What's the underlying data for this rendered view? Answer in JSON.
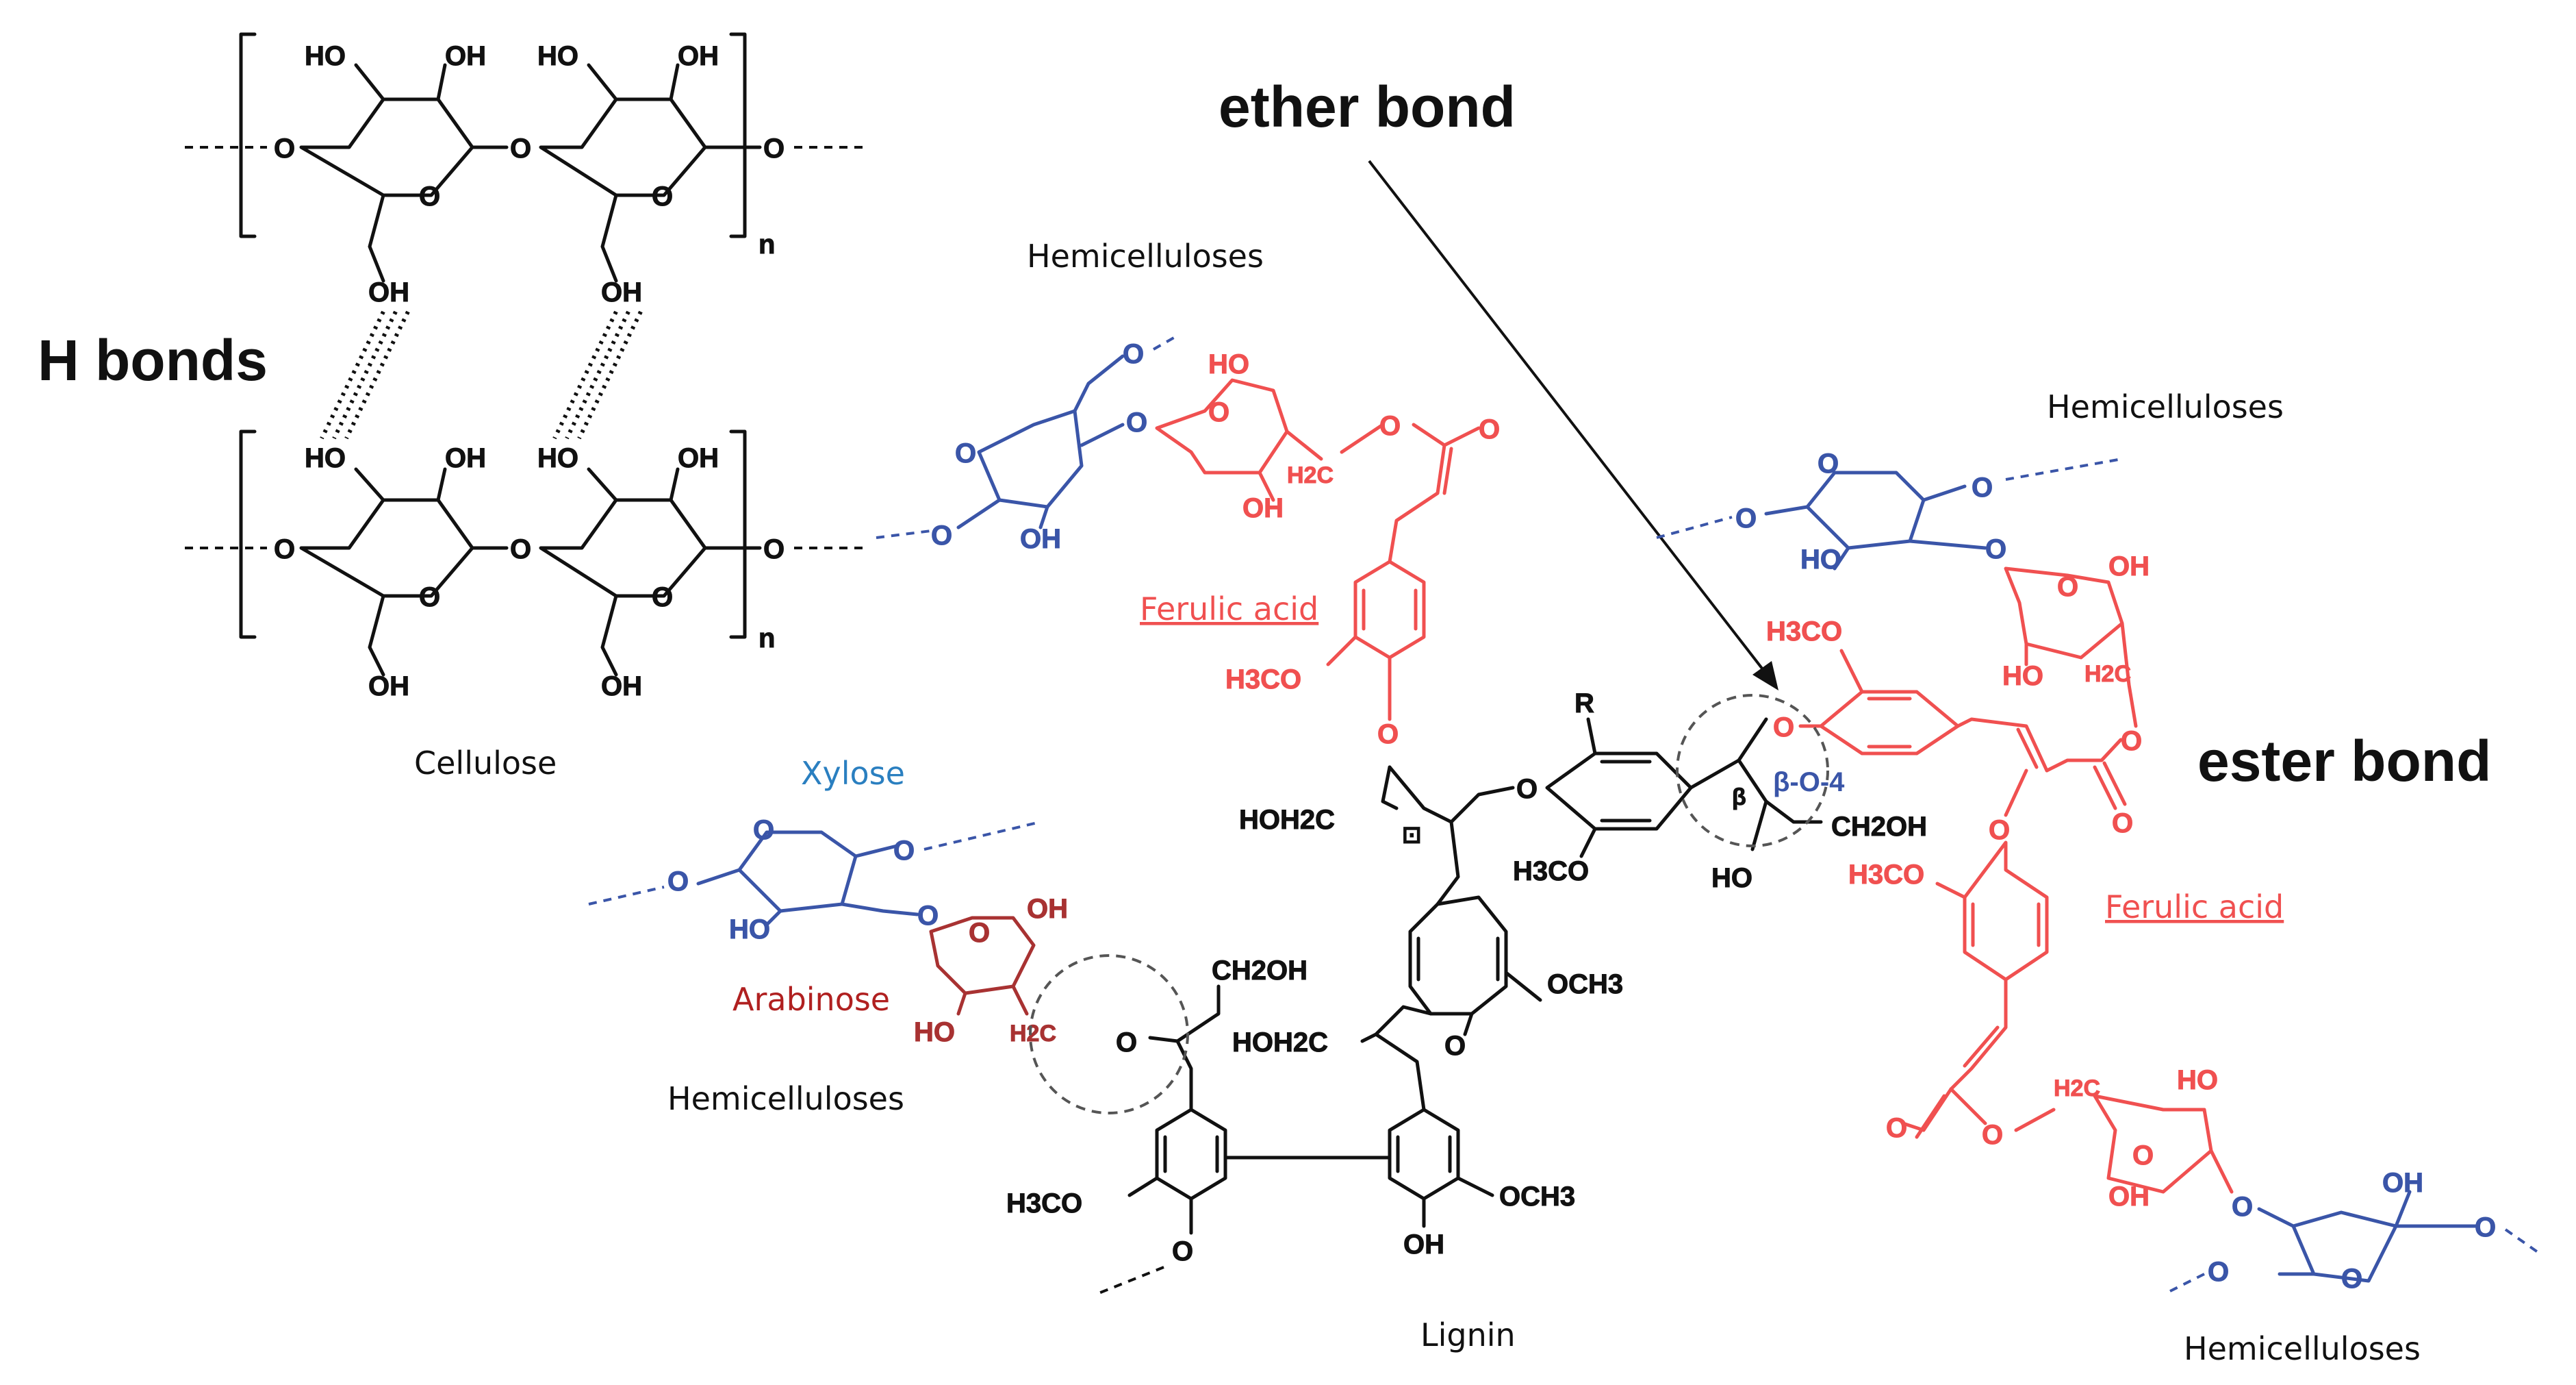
{
  "labels": {
    "h_bonds": "H bonds",
    "ether_bond": "ether bond",
    "ester_bond": "ester bond",
    "cellulose": "Cellulose",
    "lignin": "Lignin",
    "xylose": "Xylose",
    "arabinose": "Arabinose",
    "ferulic_acid": "Ferulic acid",
    "hemicelluloses": "Hemicelluloses",
    "beta_o_4": "β-O-4",
    "beta": "β",
    "repeat_n": "n",
    "r_group": "R"
  },
  "atoms": {
    "oh": "OH",
    "ho": "HO",
    "o": "O",
    "h3co": "H3CO",
    "och3": "OCH3",
    "hoh2c": "HOH2C",
    "ch2oh": "CH2OH",
    "h2c": "H2C"
  },
  "colors": {
    "black": "#111111",
    "blue": "#3a55a8",
    "red": "#f05050",
    "dark_red": "#a83232",
    "xylose_label": "#2a7fc0",
    "ferulic_label": "#f05050",
    "arabinose_label": "#b02020"
  }
}
